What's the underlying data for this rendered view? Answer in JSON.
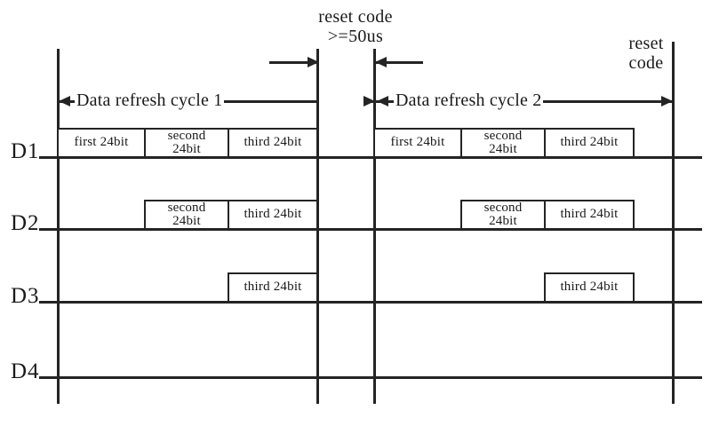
{
  "diagram": {
    "title_top": "reset code\n>=50us",
    "reset_gap_label_line1": "reset code",
    "reset_gap_label_line2": ">=50us",
    "reset_right_line1": "reset",
    "reset_right_line2": "code",
    "cycle1_label": "Data refresh cycle 1",
    "cycle2_label": "Data refresh cycle 2",
    "rows": [
      {
        "label": "D1"
      },
      {
        "label": "D2"
      },
      {
        "label": "D3"
      },
      {
        "label": "D4"
      }
    ],
    "packets": {
      "first": "first 24bit",
      "second": "second\n24bit",
      "third": "third 24bit"
    },
    "d1_cycle1": [
      "first 24bit",
      "second\n24bit",
      "third 24bit"
    ],
    "d1_cycle2": [
      "first 24bit",
      "second\n24bit",
      "third 24bit"
    ],
    "d2_cycle1": [
      "second\n24bit",
      "third 24bit"
    ],
    "d2_cycle2": [
      "second\n24bit",
      "third 24bit"
    ],
    "d3_cycle1": [
      "third 24bit"
    ],
    "d3_cycle2": [
      "third 24bit"
    ],
    "d4_cycle1": [],
    "d4_cycle2": [],
    "colors": {
      "ink": "#242424",
      "background": "#ffffff"
    }
  }
}
